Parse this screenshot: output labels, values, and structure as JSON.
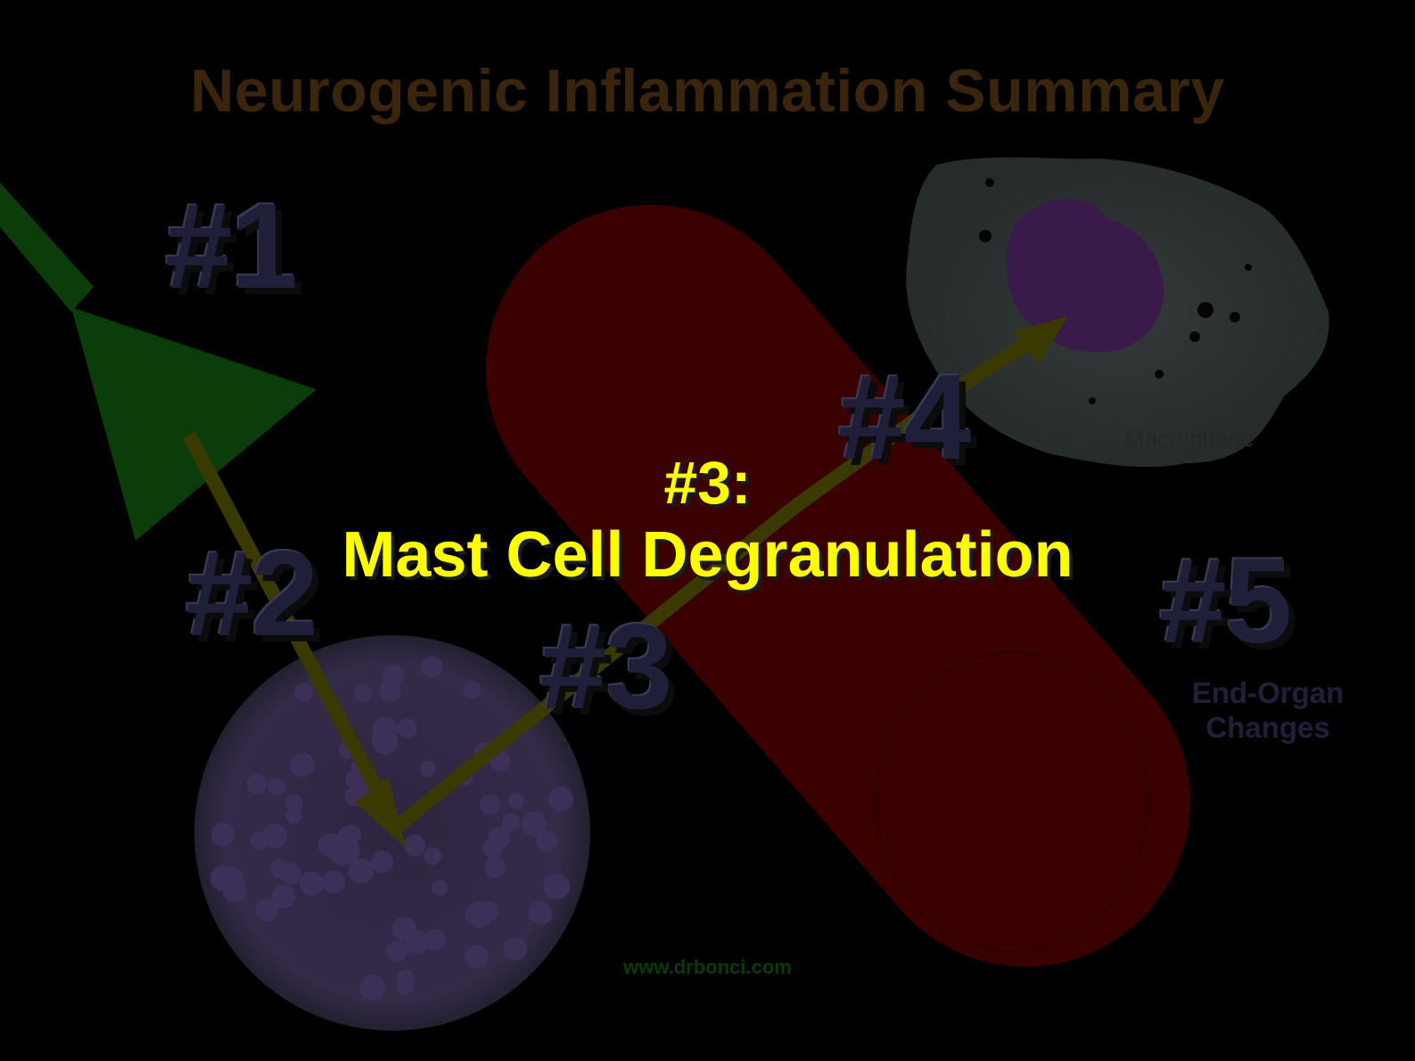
{
  "slide": {
    "title": "Neurogenic Inflammation Summary",
    "steps": {
      "s1": "#1",
      "s2": "#2",
      "s3": "#3",
      "s4": "#4",
      "s5": "#5"
    },
    "end_organ": {
      "line1": "End-Organ",
      "line2": "Changes"
    },
    "macrophage_label": "Macrophage",
    "highlight": {
      "line1": "#3:",
      "line2": "Mast Cell Degranulation"
    },
    "footer": "www.drbonci.com"
  },
  "colors": {
    "background": "#000000",
    "title": "#3a240b",
    "step_numbers": "#1f1f3a",
    "highlight": "#ffff00",
    "neuron": "#0b3d0b",
    "vessel": "#3a0000",
    "arrow": "#3a3a00",
    "mast_cell": "#3c3250",
    "macrophage": "#3b3f3f",
    "footer": "#0a3a0a"
  }
}
